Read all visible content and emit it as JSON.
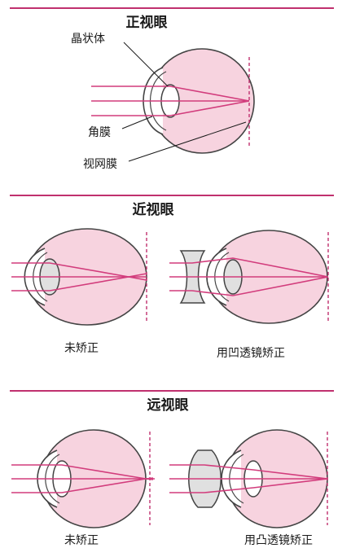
{
  "colors": {
    "accent": "#c0306e",
    "eye_fill": "#f7d3df",
    "eye_stroke": "#444444",
    "lens_fill": "#e0e0e0",
    "ray": "#d23c7c"
  },
  "sections": {
    "normal": {
      "title": "正视眼",
      "labels": {
        "lens": "晶状体",
        "cornea": "角膜",
        "retina": "视网膜"
      }
    },
    "myopia": {
      "title": "近视眼",
      "left": "未矫正",
      "right": "用凹透镜矫正"
    },
    "hyperopia": {
      "title": "远视眼",
      "left": "未矫正",
      "right": "用凸透镜矫正"
    }
  }
}
